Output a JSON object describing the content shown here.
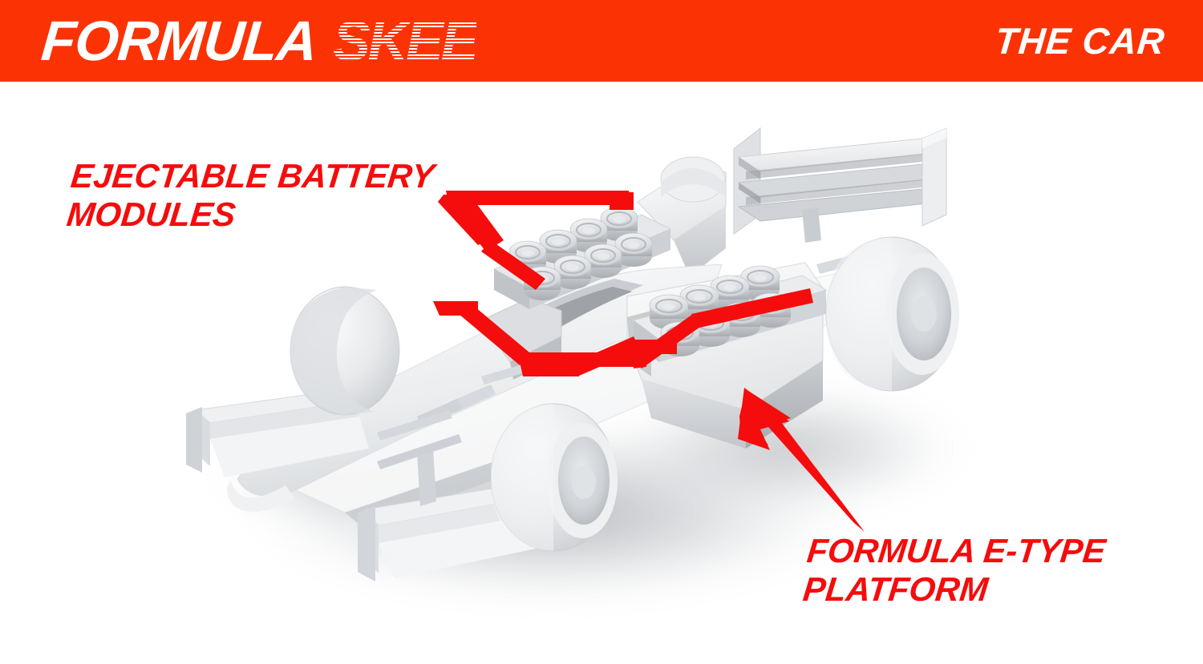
{
  "header": {
    "background_color": "#fb3304",
    "logo_word_1": "FORMULA",
    "logo_word_2": "SKEE",
    "logo_word_2_tail": "E",
    "logo_stripe_color": "#ffffff",
    "logo_tail_color": "#1ff5dc",
    "page_title": "THE CAR"
  },
  "annotations": {
    "color": "#f50c0c",
    "battery": {
      "line1": "EJECTABLE BATTERY",
      "line2": "MODULES",
      "text": "EJECTABLE BATTERY\nMODULES",
      "callout_type": "bracket"
    },
    "platform": {
      "line1": "FORMULA E-TYPE",
      "line2": "PLATFORM",
      "text": "FORMULA E-TYPE\nPLATFORM",
      "callout_type": "arrow"
    }
  },
  "scene": {
    "background_color": "#ffffff",
    "subject": "formula-e-race-car-3d-render",
    "render_style": "clay-grey-matte",
    "body_color": "#e9eaec",
    "shadow_color": "#b9bcc0",
    "battery_module_count_left": 8,
    "battery_module_count_right": 8
  }
}
